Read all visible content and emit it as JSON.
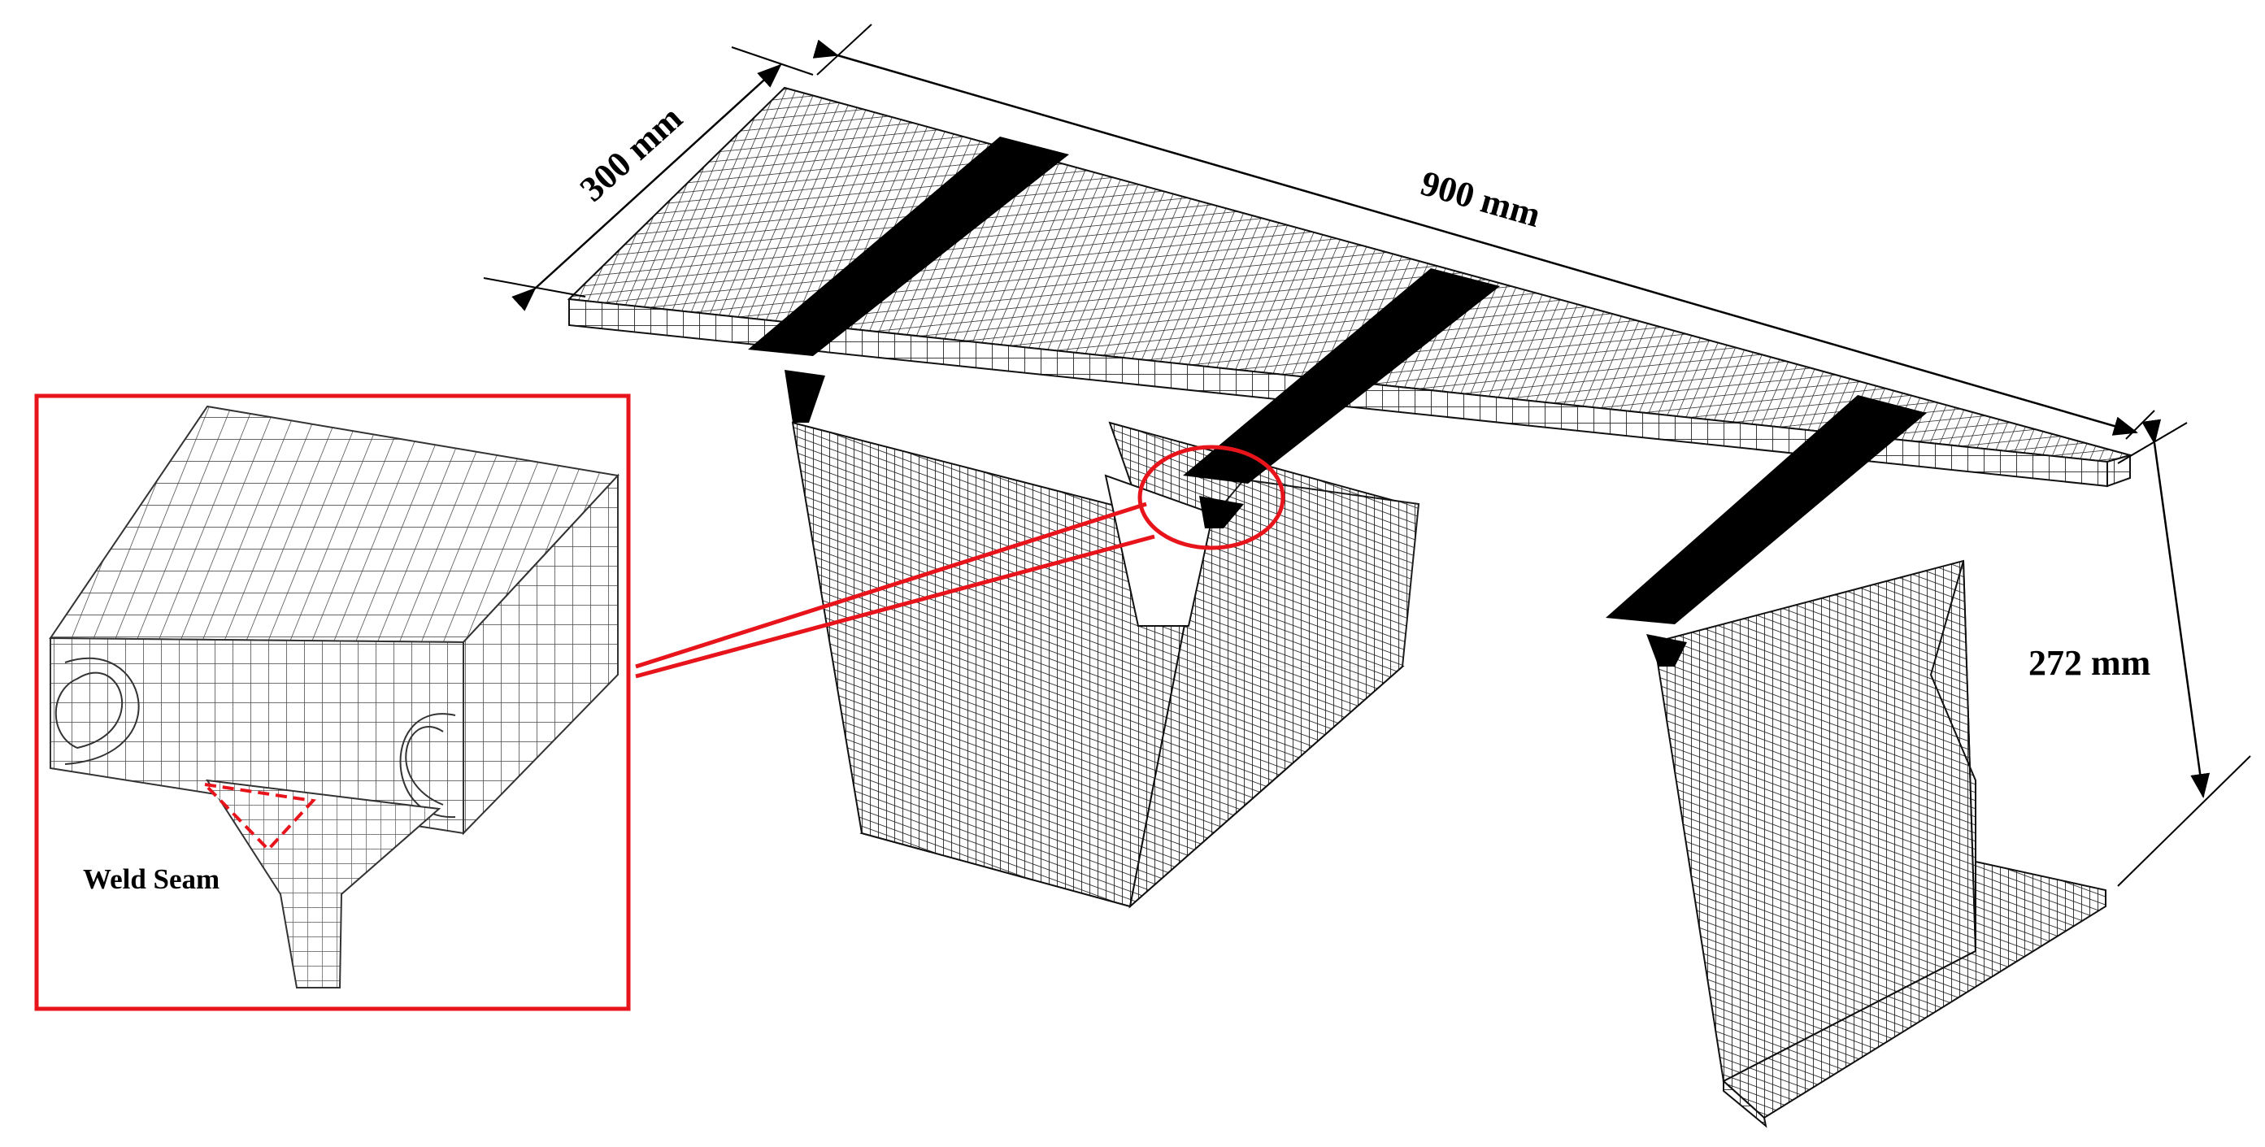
{
  "dimensions": {
    "width": "300 mm",
    "length": "900 mm",
    "height": "272 mm"
  },
  "inset": {
    "label": "Weld Seam"
  },
  "colors": {
    "highlight": "#e8141b",
    "mesh_line": "#2a2a2a",
    "weld_band": "#000000",
    "surface": "#ffffff"
  }
}
